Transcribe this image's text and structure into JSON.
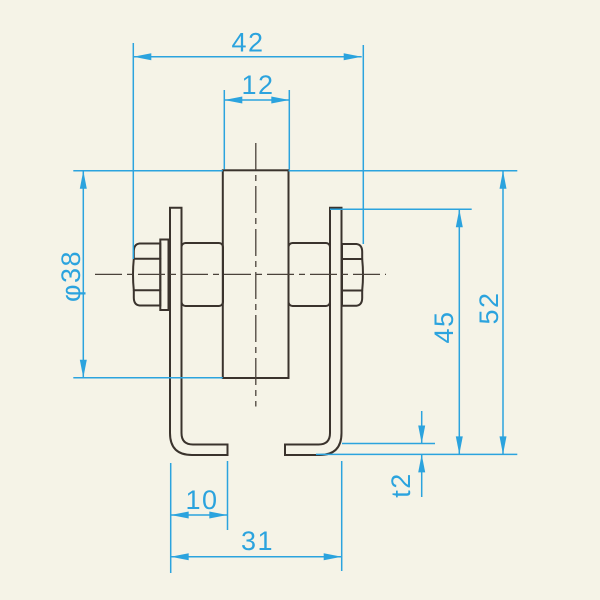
{
  "page": {
    "background_color": "#F5F3E7"
  },
  "drawing": {
    "description": "Technical dimension drawing, side view of a door hanger roller: grooved wheel on a bolt axle mounted between two L-shaped bracket plates",
    "colors": {
      "object_line": "#3A332D",
      "dimension_line": "#2BA3DE",
      "centerline": "#4A423A",
      "background": "#F5F3E7"
    },
    "labels": {
      "top_width": "42",
      "roller_width": "12",
      "roller_diameter": "φ38",
      "bracket_height": "45",
      "overall_height": "52",
      "plate_thickness": "t2",
      "foot_length": "10",
      "bracket_outer_width": "31"
    }
  }
}
